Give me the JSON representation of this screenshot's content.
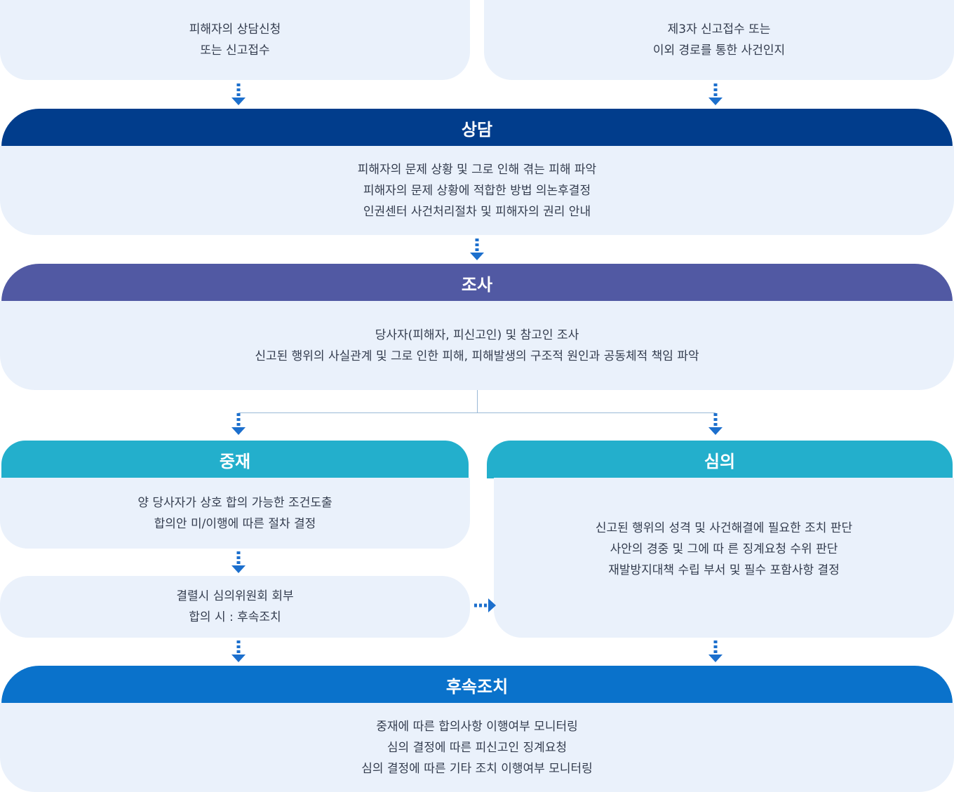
{
  "top": {
    "left": [
      "피해자의 상담신청",
      "또는 신고접수"
    ],
    "right": [
      "제3자 신고접수 또는",
      "이외 경로를 통한 사건인지"
    ]
  },
  "counsel": {
    "title": "상담",
    "color": "#013d8c",
    "lines": [
      "피해자의 문제 상황 및 그로 인해 겪는 피해 파악",
      "피해자의 문제 상황에 적합한 방법 의논후결정",
      "인권센터 사건처리절차 및 피해자의 권리 안내"
    ]
  },
  "investigation": {
    "title": "조사",
    "color": "#5159a3",
    "lines": [
      "당사자(피해자, 피신고인) 및 참고인 조사",
      "신고된 행위의 사실관계 및 그로 인한 피해, 피해발생의 구조적 원인과 공동체적 책임 파악"
    ]
  },
  "mediation": {
    "title": "중재",
    "color": "#23afcc",
    "lines": [
      "양 당사자가 상호 합의 가능한 조건도출",
      "합의안 미/이행에 따른 절차 결정"
    ],
    "result": [
      "결렬시 심의위원회 회부",
      "합의 시 : 후속조치"
    ]
  },
  "review": {
    "title": "심의",
    "color": "#23afcc",
    "lines": [
      "신고된 행위의 성격 및 사건해결에 필요한 조치 판단",
      "사안의 경중 및 그에 따 른 징계요청 수위 판단",
      "재발방지대책 수립 부서 및 필수 포함사항 결정"
    ]
  },
  "followup": {
    "title": "후속조치",
    "color": "#0a72cb",
    "lines": [
      "중재에 따른 합의사항 이행여부 모니터링",
      "심의 결정에 따른 피신고인 징계요청",
      "심의 결정에 따른 기타 조치 이행여부 모니터링"
    ]
  },
  "arrow_color": "#1c6fcd"
}
